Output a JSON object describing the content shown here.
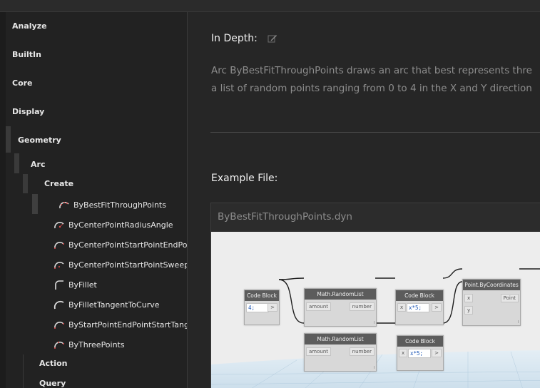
{
  "sidebar": {
    "top_items": [
      "Analyze",
      "BuiltIn",
      "Core",
      "Display"
    ],
    "geometry": "Geometry",
    "arc": "Arc",
    "create": "Create",
    "create_items": [
      "ByBestFitThroughPoints",
      "ByCenterPointRadiusAngle",
      "ByCenterPointStartPointEndPoir",
      "ByCenterPointStartPointSweepA",
      "ByFillet",
      "ByFilletTangentToCurve",
      "ByStartPointEndPointStartTange",
      "ByThreePoints"
    ],
    "action": "Action",
    "query": "Query"
  },
  "main": {
    "in_depth_label": "In Depth:",
    "description_lines": [
      "Arc ByBestFitThroughPoints draws an arc that best represents thre",
      "a list of random points ranging from 0 to 4 in the X and Y direction"
    ],
    "example_label": "Example File:",
    "file_name": "ByBestFitThroughPoints.dyn"
  },
  "graph": {
    "code_block_title": "Code Block",
    "code_block_value": "4;",
    "random_list_title": "Math.RandomList",
    "amount_port": "amount",
    "number_port": "number",
    "x_port": "x",
    "y_port": "y",
    "expr": "x*5;",
    "point_title": "Point.ByCoordinates",
    "point_port": "Point",
    "out_arrow": ">",
    "lacing_mark": "l"
  },
  "colors": {
    "background": "#252525",
    "sidebar": "#222222",
    "text": "#e6e6e6",
    "muted": "#8d8d8d",
    "node_header": "#5c5c5c",
    "canvas": "#ededed"
  }
}
